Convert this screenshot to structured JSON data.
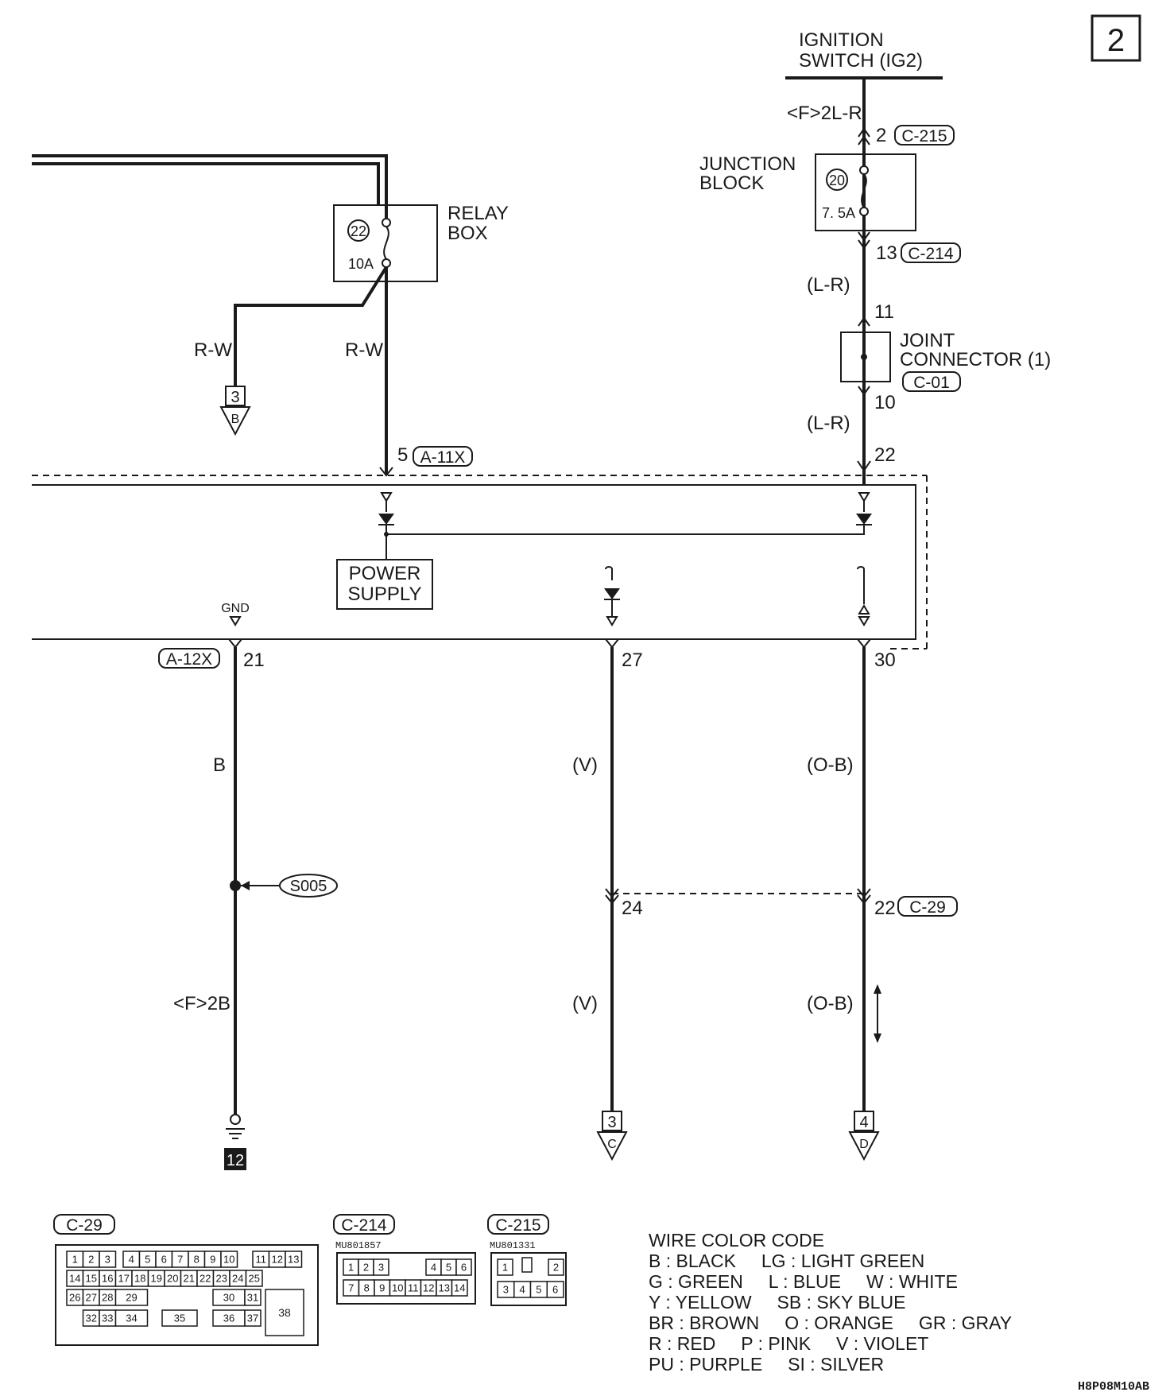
{
  "page_number": "2",
  "ignition_switch": {
    "line1": "IGNITION",
    "line2": "SWITCH (IG2)"
  },
  "relay_box": {
    "line1": "RELAY",
    "line2": "BOX",
    "fuse_no": "22",
    "rating": "10A"
  },
  "junction_block": {
    "line1": "JUNCTION",
    "line2": "BLOCK",
    "fuse_no": "20",
    "rating": "7. 5A"
  },
  "joint_connector": {
    "line1": "JOINT",
    "line2": "CONNECTOR (1)",
    "connector": "C-01"
  },
  "power_supply": {
    "line1": "POWER",
    "line2": "SUPPLY"
  },
  "gnd_label": "GND",
  "wires": {
    "ign_top": "<F>2L-R",
    "jb_out": "(L-R)",
    "jc_out": "(L-R)",
    "relay_left": "R-W",
    "relay_right": "R-W",
    "ground_upper": "B",
    "ground_lower": "<F>2B",
    "v_upper": "(V)",
    "v_lower": "(V)",
    "ob_upper": "(O-B)",
    "ob_lower": "(O-B)"
  },
  "pins": {
    "c215_pin": "2",
    "c215": "C-215",
    "c214_pin": "13",
    "c214": "C-214",
    "jc_in": "11",
    "jc_out": "10",
    "ecu_in_right": "22",
    "a11x_pin": "5",
    "a11x": "A-11X",
    "a12x": "A-12X",
    "gnd_pin": "21",
    "v_pin": "27",
    "ob_pin": "30",
    "c29_v": "24",
    "c29_ob": "22",
    "c29": "C-29"
  },
  "splice": "S005",
  "refs": {
    "relay_ref_num": "3",
    "relay_ref_letter": "B",
    "v_ref_num": "3",
    "v_ref_letter": "C",
    "ob_ref_num": "4",
    "ob_ref_letter": "D",
    "ground_num": "12"
  },
  "connectors": {
    "c29": {
      "title": "C-29",
      "row1": [
        "1",
        "2",
        "3",
        "4",
        "5",
        "6",
        "7",
        "8",
        "9",
        "10",
        "11",
        "12",
        "13"
      ],
      "row2": [
        "14",
        "15",
        "16",
        "17",
        "18",
        "19",
        "20",
        "21",
        "22",
        "23",
        "24",
        "25"
      ],
      "row3": [
        "26",
        "27",
        "28",
        "29",
        "30",
        "31"
      ],
      "row4": [
        "32",
        "33",
        "34",
        "35",
        "36",
        "37"
      ],
      "big": "38"
    },
    "c214": {
      "title": "C-214",
      "part": "MU801857",
      "top": [
        "1",
        "2",
        "3",
        "4",
        "5",
        "6"
      ],
      "bottom": [
        "7",
        "8",
        "9",
        "10",
        "11",
        "12",
        "13",
        "14"
      ]
    },
    "c215": {
      "title": "C-215",
      "part": "MU801331",
      "top": [
        "1",
        "2"
      ],
      "bottom": [
        "3",
        "4",
        "5",
        "6"
      ]
    }
  },
  "color_code": {
    "title": "WIRE COLOR CODE",
    "lines": [
      "B : BLACK     LG : LIGHT GREEN",
      "G : GREEN     L : BLUE     W : WHITE",
      "Y : YELLOW     SB : SKY BLUE",
      "BR : BROWN     O : ORANGE     GR : GRAY",
      "R : RED     P : PINK     V : VIOLET",
      "PU : PURPLE     SI : SILVER"
    ]
  },
  "figure_code": "H8P08M10AB"
}
